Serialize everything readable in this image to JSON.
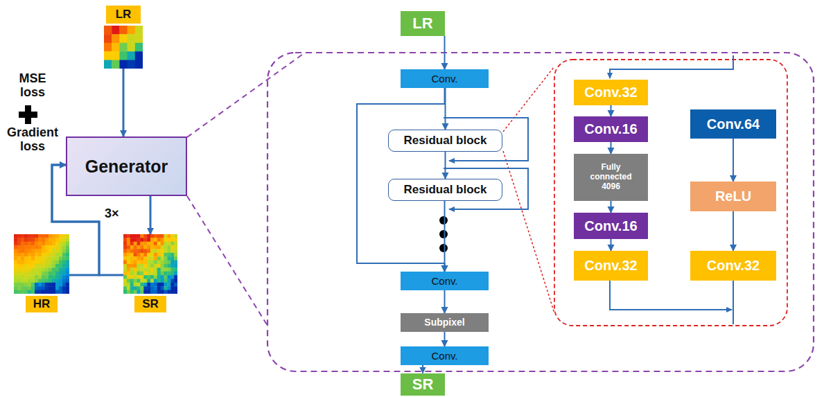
{
  "diagram": {
    "nodes": [
      {
        "text": [
          "LR"
        ]
      },
      {
        "text": [
          "Generator"
        ]
      },
      {
        "text": [
          "HR"
        ]
      },
      {
        "text": [
          "SR"
        ]
      },
      {
        "text": [
          "LR"
        ]
      },
      {
        "text": [
          "Conv."
        ]
      },
      {
        "text": [
          "Residual block"
        ]
      },
      {
        "text": [
          "Residual block"
        ]
      },
      {
        "text": [
          "Conv."
        ]
      },
      {
        "text": [
          "Subpixel"
        ]
      },
      {
        "text": [
          "Conv."
        ]
      },
      {
        "text": [
          "SR"
        ]
      },
      {
        "text": [
          "Conv.32"
        ]
      },
      {
        "text": [
          "Conv.16"
        ]
      },
      {
        "text": [
          "Fully connected 4096"
        ]
      },
      {
        "text": [
          "Conv.16"
        ]
      },
      {
        "text": [
          "Conv.32"
        ]
      },
      {
        "text": [
          "Conv.64"
        ]
      },
      {
        "text": [
          "ReLU"
        ]
      },
      {
        "text": [
          "Conv.32"
        ]
      }
    ],
    "edges": [
      {
        "from": 0,
        "to": 1,
        "arrow": "to"
      },
      {
        "from": 1,
        "to": 3,
        "arrow": "to",
        "label": "3×"
      },
      {
        "from": 2,
        "to": 1,
        "arrow": "to"
      },
      {
        "from": 3,
        "to": 1,
        "arrow": "to"
      },
      {
        "from": 4,
        "to": 5,
        "arrow": "to"
      },
      {
        "from": 5,
        "to": 6,
        "arrow": "to"
      },
      {
        "from": 6,
        "to": 7,
        "arrow": "to"
      },
      {
        "from": 7,
        "to": 8,
        "arrow": "to"
      },
      {
        "from": 8,
        "to": 9,
        "arrow": "to"
      },
      {
        "from": 9,
        "to": 10,
        "arrow": "to"
      },
      {
        "from": 10,
        "to": 11,
        "arrow": "to"
      },
      {
        "from": 5,
        "to": 8,
        "arrow": "to"
      },
      {
        "from": 12,
        "to": 13,
        "arrow": "to"
      },
      {
        "from": 13,
        "to": 14,
        "arrow": "to"
      },
      {
        "from": 14,
        "to": 15,
        "arrow": "to"
      },
      {
        "from": 15,
        "to": 16,
        "arrow": "to"
      },
      {
        "from": 17,
        "to": 18,
        "arrow": "to"
      },
      {
        "from": 18,
        "to": 19,
        "arrow": "to"
      }
    ],
    "labels": [
      "MSE loss",
      "Gradient loss"
    ]
  }
}
